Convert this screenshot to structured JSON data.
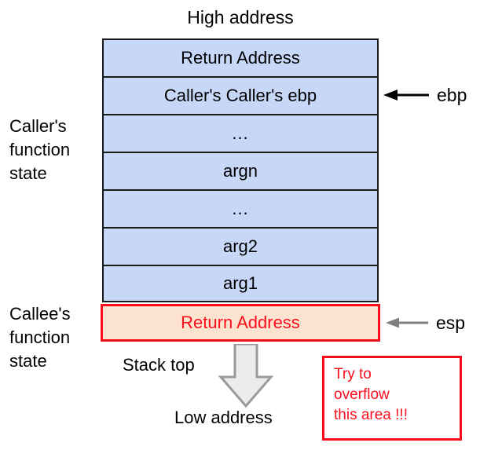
{
  "diagram": {
    "title_top": "High address",
    "title_bottom": "Low address",
    "stack_top_caption": "Stack top",
    "colors": {
      "frame_fill": "#c6d7f7",
      "frame_border": "#1a1a1a",
      "highlight_fill": "#fce3cf",
      "highlight_border": "#fc0d1b",
      "highlight_text": "#fc0d1b",
      "growth_arrow_fill": "#ececec",
      "growth_arrow_stroke": "#9a9a9a",
      "ebp_arrow": "#000000",
      "esp_arrow": "#808080"
    },
    "stack_rows": [
      {
        "label": "Return Address",
        "kind": "normal"
      },
      {
        "label": "Caller's Caller's ebp",
        "kind": "normal"
      },
      {
        "label": "...",
        "kind": "ellipsis"
      },
      {
        "label": "argn",
        "kind": "normal"
      },
      {
        "label": "...",
        "kind": "ellipsis"
      },
      {
        "label": "arg2",
        "kind": "normal"
      },
      {
        "label": "arg1",
        "kind": "normal"
      }
    ],
    "highlight_row": {
      "label": "Return Address",
      "kind": "highlight"
    },
    "side_labels": {
      "caller": "Caller's\nfunction\nstate",
      "caller_lines": [
        "Caller's",
        "function",
        "state"
      ],
      "callee": "Callee's\nfunction\nstate",
      "callee_lines": [
        "Callee's",
        "function",
        "state"
      ]
    },
    "registers": [
      {
        "name": "ebp",
        "points_at": "Caller's Caller's ebp"
      },
      {
        "name": "esp",
        "points_at": "Return Address"
      }
    ],
    "warning": {
      "lines": [
        "Try to",
        "overflow",
        "this area !!!"
      ]
    }
  }
}
